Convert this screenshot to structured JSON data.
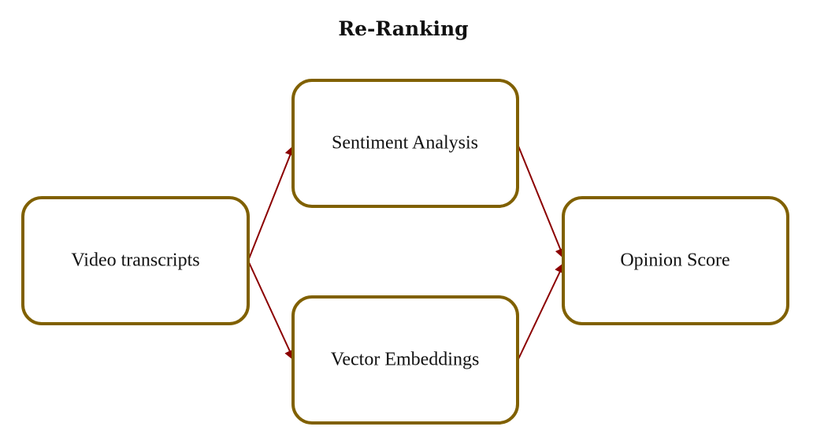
{
  "title": "Re-Ranking",
  "colors": {
    "node_border": "#806000",
    "edge": "#8B0000",
    "text": "#111111",
    "background": "#ffffff"
  },
  "nodes": {
    "video_transcripts": {
      "label": "Video transcripts"
    },
    "sentiment_analysis": {
      "label": "Sentiment Analysis"
    },
    "vector_embeddings": {
      "label": "Vector Embeddings"
    },
    "opinion_score": {
      "label": "Opinion Score"
    }
  },
  "edges": [
    {
      "from": "video_transcripts",
      "to": "sentiment_analysis"
    },
    {
      "from": "video_transcripts",
      "to": "vector_embeddings"
    },
    {
      "from": "sentiment_analysis",
      "to": "opinion_score"
    },
    {
      "from": "vector_embeddings",
      "to": "opinion_score"
    }
  ]
}
